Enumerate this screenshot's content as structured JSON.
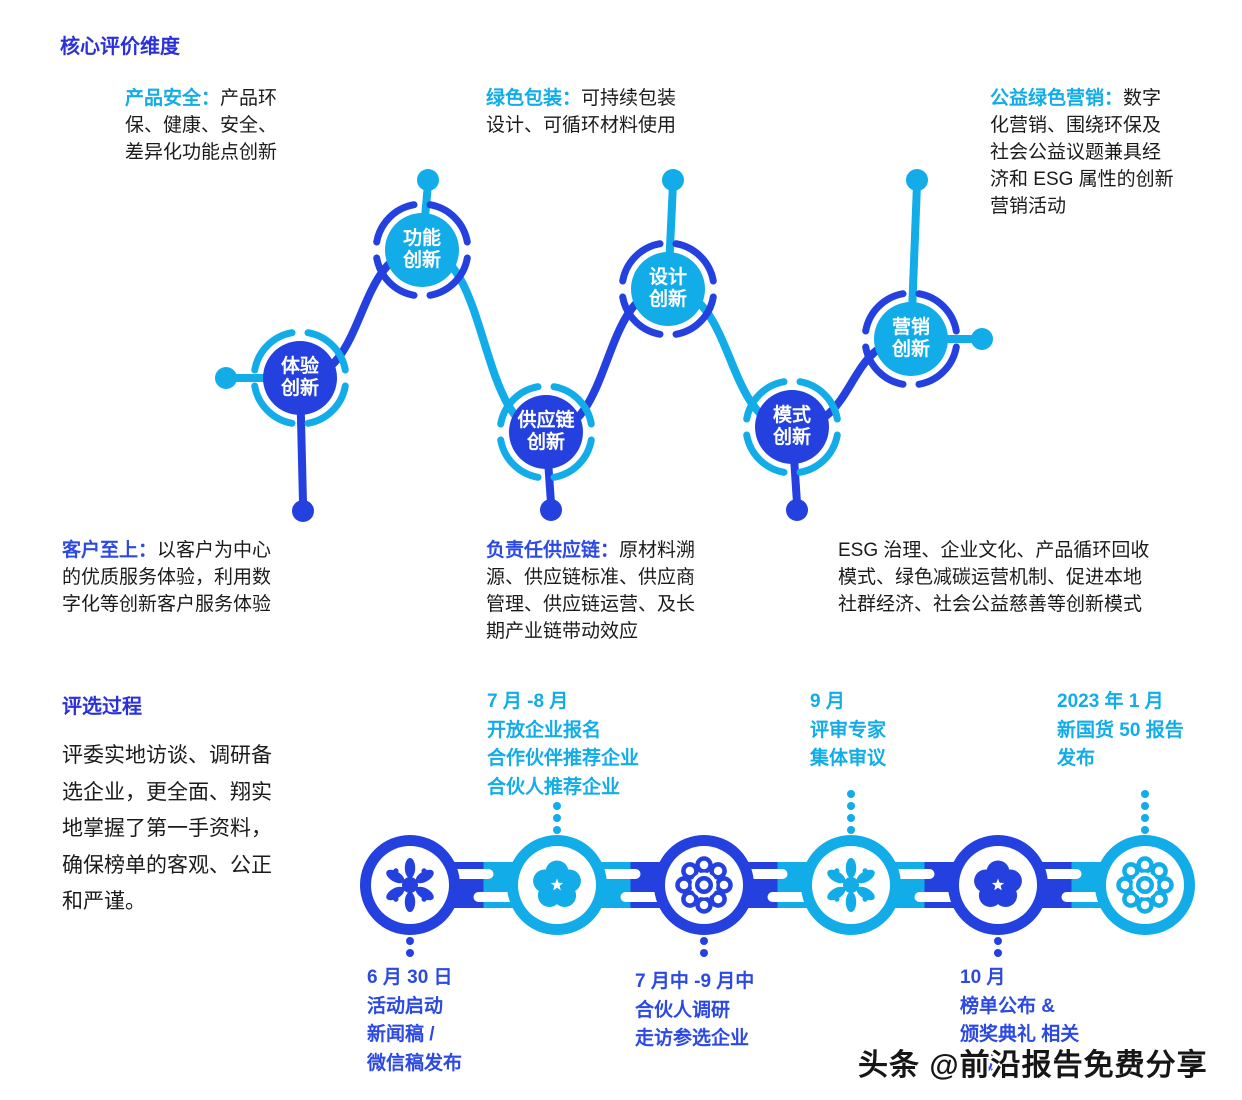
{
  "palette": {
    "cyan": "#12ACE8",
    "blue": "#2440DE",
    "heading_blue": "#2A31D8",
    "label_blue": "#2C49E4",
    "body_text": "#1B1B1B"
  },
  "dimensions": {
    "heading": "核心评价维度",
    "notes_top": [
      {
        "lead": "产品安全：",
        "body": "产品环\n保、健康、安全、\n差异化功能点创新"
      },
      {
        "lead": "绿色包装：",
        "body": "可持续包装\n设计、可循环材料使用"
      },
      {
        "lead": "公益绿色营销：",
        "body": "数字\n化营销、围绕环保及\n社会公益议题兼具经\n济和 ESG 属性的创新\n营销活动"
      }
    ],
    "notes_bottom": [
      {
        "lead": "客户至上：",
        "body": "以客户为中心\n的优质服务体验，利用数\n字化等创新客户服务体验"
      },
      {
        "lead": "负责任供应链：",
        "body": "原材料溯\n源、供应链标准、供应商\n管理、供应链运营、及长\n期产业链带动效应"
      },
      {
        "lead": "",
        "body": "ESG 治理、企业文化、产品循环回收\n模式、绿色减碳运营机制、促进本地\n社群经济、社会公益慈善等创新模式"
      }
    ],
    "nodes": [
      {
        "label": "体验\n创新"
      },
      {
        "label": "功能\n创新"
      },
      {
        "label": "供应链\n创新"
      },
      {
        "label": "设计\n创新"
      },
      {
        "label": "模式\n创新"
      },
      {
        "label": "营销\n创新"
      }
    ]
  },
  "process": {
    "heading": "评选过程",
    "intro": "评委实地访谈、调研备\n选企业，更全面、翔实\n地掌握了第一手资料，\n确保榜单的客观、公正\n和严谨。",
    "milestones_top": [
      "7 月 -8 月\n开放企业报名\n合作伙伴推荐企业\n合伙人推荐企业",
      "9 月\n评审专家\n集体审议",
      "2023 年 1 月\n新国货 50 报告\n发布"
    ],
    "milestones_bottom": [
      "6 月 30 日\n活动启动\n新闻稿 /\n微信稿发布",
      "7 月中 -9 月中\n合伙人调研\n走访参选企业",
      "10 月\n榜单公布 &\n颁奖典礼 相关\n活动"
    ]
  },
  "watermark": "头条 @前沿报告免费分享"
}
